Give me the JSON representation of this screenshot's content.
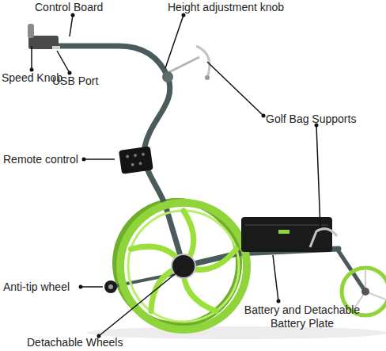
{
  "diagram": {
    "labels": [
      "Control Board",
      "Height adjustment knob",
      "Speed Knob",
      "USB Port",
      "Golf Bag Supports",
      "Remote control",
      "Anti-tip wheel",
      "Battery and Detachable Battery Plate",
      "Detachable Wheels"
    ]
  }
}
